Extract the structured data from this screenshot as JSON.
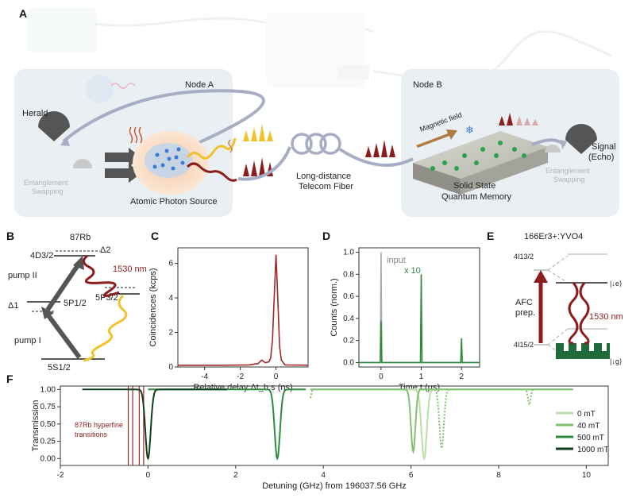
{
  "panels": {
    "A": {
      "letter": "A",
      "node_a": "Node A",
      "node_b": "Node B",
      "herald": "Herald",
      "swap_left": [
        "Entanglement",
        "Swapping"
      ],
      "swap_right": [
        "Entanglement",
        "Swapping"
      ],
      "atomic_source": "Atomic Photon Source",
      "fiber": [
        "Long-distance",
        "Telecom Fiber"
      ],
      "memory": [
        "Solid State",
        "Quantum Memory"
      ],
      "magnetic": "Magnetic field",
      "signal": [
        "Signal",
        "(Echo)"
      ]
    },
    "B": {
      "letter": "B",
      "title": "87Rb",
      "levels": {
        "d": "4D3/2",
        "p": "5P1/2",
        "p32": "5P3/2",
        "s": "5S1/2"
      },
      "delta2": "Δ2",
      "delta1": "Δ1",
      "pump2": "pump II",
      "pump1": "pump I",
      "wavelength": "1530 nm"
    },
    "C": {
      "letter": "C"
    },
    "D": {
      "letter": "D",
      "input_label": "input",
      "x10_label": "x 10"
    },
    "E": {
      "letter": "E",
      "title": "166Er3+:YVO4",
      "upper": "4I13/2",
      "lower": "4I15/2",
      "ket_e": "|↓e⟩",
      "ket_g": "|↓g⟩",
      "afc": [
        "AFC",
        "prep."
      ],
      "wavelength": "1530 nm"
    },
    "F": {
      "letter": "F",
      "annotation": [
        "87Rb hyperfine",
        "transitions"
      ]
    }
  },
  "chart_data": [
    {
      "id": "C",
      "type": "line",
      "xlabel": "Relative delay Δt_h,s (ns)",
      "ylabel": "Coincidences (kcps)",
      "xlim": [
        -5.5,
        1.8
      ],
      "ylim": [
        0,
        6.9
      ],
      "xticks": [
        -4,
        -2,
        0
      ],
      "yticks": [
        0,
        2,
        4,
        6
      ],
      "series": [
        {
          "color": "#a02828",
          "x": [
            -5.5,
            -3,
            -1.5,
            -1,
            -0.8,
            -0.6,
            -0.4,
            -0.3,
            -0.2,
            -0.1,
            0,
            0.1,
            0.2,
            0.3,
            0.5,
            1.8
          ],
          "y": [
            0.1,
            0.1,
            0.12,
            0.2,
            0.4,
            0.25,
            0.3,
            0.5,
            1.5,
            4.0,
            6.5,
            4.0,
            1.2,
            0.4,
            0.12,
            0.1
          ]
        }
      ]
    },
    {
      "id": "D",
      "type": "line",
      "xlabel": "Time t (μs)",
      "ylabel": "Counts (norm.)",
      "xlim": [
        -0.55,
        2.45
      ],
      "ylim": [
        -0.04,
        1.04
      ],
      "xticks": [
        0,
        1,
        2
      ],
      "yticks": [
        0.0,
        0.2,
        0.4,
        0.6,
        0.8,
        1.0
      ],
      "series": [
        {
          "color": "#aaaaaa",
          "x": [
            -0.55,
            -0.02,
            0,
            0.02,
            2.45
          ],
          "y": [
            0,
            0,
            1.0,
            0,
            0
          ]
        },
        {
          "color": "#2e8b3e",
          "x": [
            -0.55,
            -0.02,
            0,
            0.02,
            0.98,
            1.0,
            1.02,
            1.98,
            2.0,
            2.02,
            2.45
          ],
          "y": [
            0,
            0,
            0.38,
            0,
            0,
            0.8,
            0,
            0,
            0.22,
            0,
            0
          ]
        }
      ]
    },
    {
      "id": "F",
      "type": "line",
      "xlabel": "Detuning (GHz) from 196037.56 GHz",
      "ylabel": "Transmission",
      "xlim": [
        -2,
        10.5
      ],
      "ylim": [
        -0.1,
        1.05
      ],
      "xticks": [
        -2,
        0,
        2,
        4,
        6,
        8,
        10
      ],
      "yticks": [
        0.0,
        0.25,
        0.5,
        0.75,
        1.0
      ],
      "vlines": [
        -0.45,
        -0.35,
        -0.2,
        -0.1
      ],
      "legend": "right",
      "series": [
        {
          "name": "0 mT",
          "color": "#b9dfa8",
          "x0": 3.7,
          "x1": 9.7,
          "dips": [
            [
              6.3,
              0.0,
              0.12
            ]
          ]
        },
        {
          "name": "40 mT",
          "color": "#7fc070",
          "x0": 3.7,
          "x1": 9.7,
          "dips": [
            [
              6.05,
              0.1,
              0.1
            ]
          ]
        },
        {
          "name": "500 mT",
          "color": "#2e8b3e",
          "x0": 0,
          "x1": 3.6,
          "dips": [
            [
              2.95,
              0.0,
              0.12
            ]
          ]
        },
        {
          "name": "1000 mT",
          "color": "#0f3f1c",
          "x0": -1.5,
          "x1": 1.8,
          "dips": [
            [
              0.0,
              0.0,
              0.12
            ]
          ]
        }
      ],
      "dashed_series": {
        "color": "#7fc070",
        "x0": 3.7,
        "x1": 9.7,
        "dips": [
          [
            3.7,
            0.88,
            0.05
          ],
          [
            6.7,
            0.15,
            0.1
          ],
          [
            8.7,
            0.78,
            0.06
          ]
        ]
      }
    }
  ]
}
